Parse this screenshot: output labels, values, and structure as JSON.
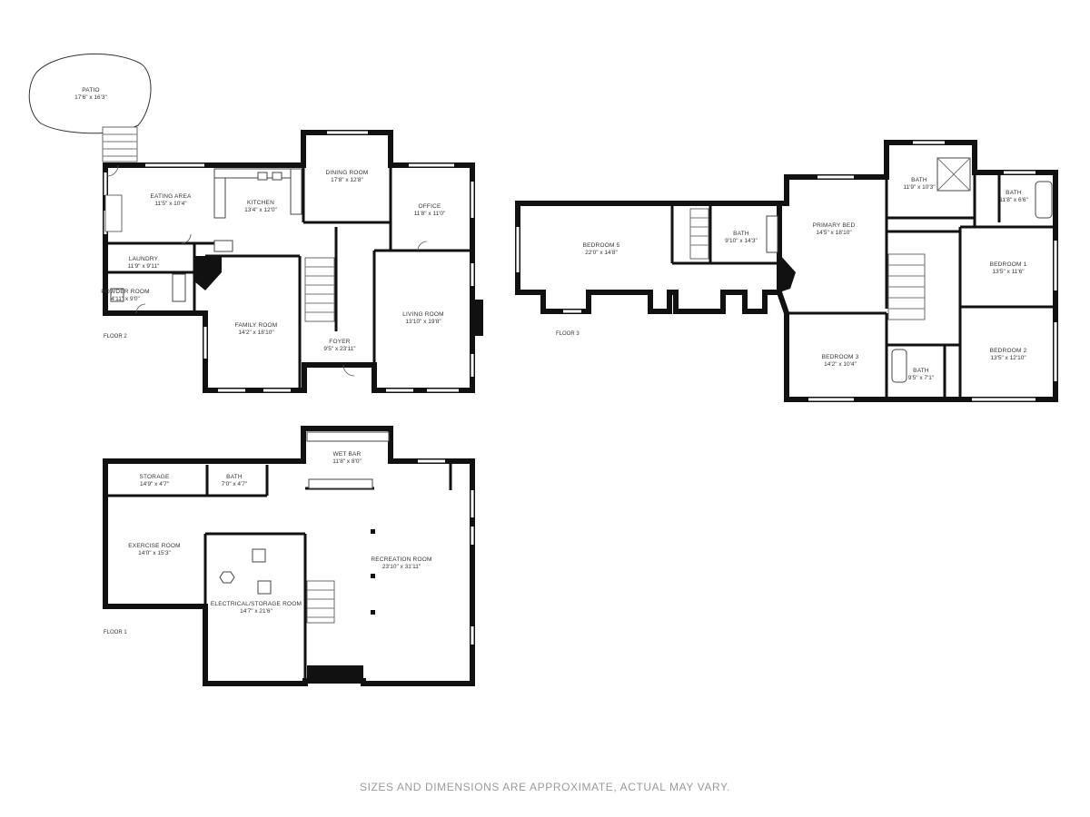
{
  "disclaimer": "SIZES AND DIMENSIONS ARE APPROXIMATE, ACTUAL MAY VARY.",
  "floors": {
    "floor2": {
      "label": "FLOOR 2",
      "rooms": {
        "patio": {
          "name": "PATIO",
          "dims": "17'6\" x 16'3\""
        },
        "eating_area": {
          "name": "EATING AREA",
          "dims": "11'5\" x 10'4\""
        },
        "kitchen": {
          "name": "KITCHEN",
          "dims": "13'4\" x 12'0\""
        },
        "dining_room": {
          "name": "DINING ROOM",
          "dims": "17'8\" x 12'8\""
        },
        "office": {
          "name": "OFFICE",
          "dims": "11'8\" x 11'0\""
        },
        "laundry": {
          "name": "LAUNDRY",
          "dims": "11'9\" x 9'11\""
        },
        "powder_room": {
          "name": "POWDER ROOM",
          "dims": "4'11\" x 9'0\""
        },
        "family_room": {
          "name": "FAMILY ROOM",
          "dims": "14'2\" x 18'10\""
        },
        "foyer": {
          "name": "FOYER",
          "dims": "9'5\" x 23'11\""
        },
        "living_room": {
          "name": "LIVING ROOM",
          "dims": "13'10\" x 19'8\""
        }
      }
    },
    "floor3": {
      "label": "FLOOR 3",
      "rooms": {
        "bedroom_5": {
          "name": "BEDROOM 5",
          "dims": "22'0\" x 14'8\""
        },
        "bath_a": {
          "name": "BATH",
          "dims": "9'10\" x 14'3\""
        },
        "primary_bed": {
          "name": "PRIMARY BED",
          "dims": "14'5\" x 18'10\""
        },
        "bath_b": {
          "name": "BATH",
          "dims": "11'9\" x 10'3\""
        },
        "bath_c": {
          "name": "BATH",
          "dims": "11'8\" x 6'6\""
        },
        "bedroom_1": {
          "name": "BEDROOM 1",
          "dims": "13'5\" x 11'6\""
        },
        "bedroom_3": {
          "name": "BEDROOM 3",
          "dims": "14'2\" x 10'4\""
        },
        "bath_d": {
          "name": "BATH",
          "dims": "9'5\" x 7'1\""
        },
        "bedroom_2": {
          "name": "BEDROOM 2",
          "dims": "13'5\" x 12'10\""
        }
      }
    },
    "floor1": {
      "label": "FLOOR 1",
      "rooms": {
        "storage": {
          "name": "STORAGE",
          "dims": "14'9\" x 4'7\""
        },
        "bath": {
          "name": "BATH",
          "dims": "7'0\" x 4'7\""
        },
        "wet_bar": {
          "name": "WET BAR",
          "dims": "11'8\" x 8'0\""
        },
        "exercise_room": {
          "name": "EXERCISE ROOM",
          "dims": "14'0\" x 15'3\""
        },
        "electrical_storage": {
          "name": "ELECTRICAL/STORAGE ROOM",
          "dims": "14'7\" x 21'6\""
        },
        "recreation_room": {
          "name": "RECREATION ROOM",
          "dims": "23'10\" x 31'11\""
        }
      }
    }
  }
}
